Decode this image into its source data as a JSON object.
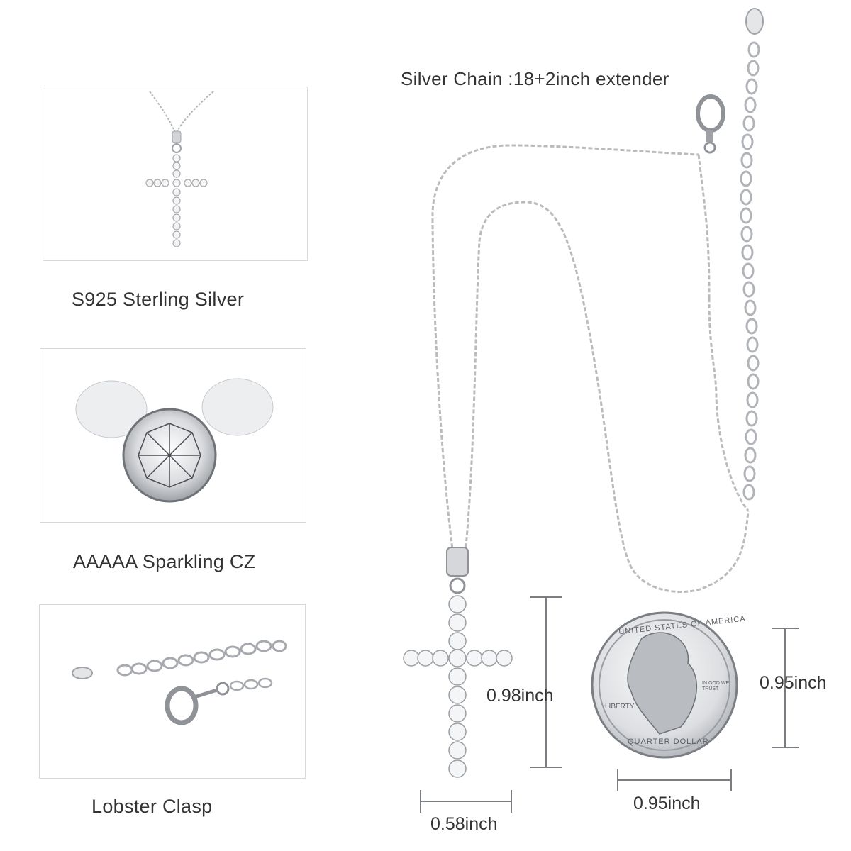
{
  "header": {
    "chain_label": "Silver Chain :18+2inch extender"
  },
  "features": [
    {
      "label": "S925 Sterling Silver",
      "image": "cross-pendant-icon"
    },
    {
      "label": "AAAAA Sparkling CZ",
      "image": "cubic-zirconia-gems-icon"
    },
    {
      "label": "Lobster Clasp",
      "image": "lobster-clasp-extender-icon"
    }
  ],
  "dimensions": {
    "pendant_height": "0.98inch",
    "pendant_width": "0.58inch",
    "coin_height": "0.95inch",
    "coin_width": "0.95inch"
  },
  "coin": {
    "rim_text": "UNITED STATES OF AMERICA",
    "bottom_text": "QUARTER DOLLAR",
    "motto_left": "LIBERTY",
    "motto_right": "IN GOD WE TRUST"
  },
  "colors": {
    "silver": "#c7c9cc",
    "dark_silver": "#8c8f94",
    "text": "#333333",
    "panel_border": "#d8d8d8"
  }
}
